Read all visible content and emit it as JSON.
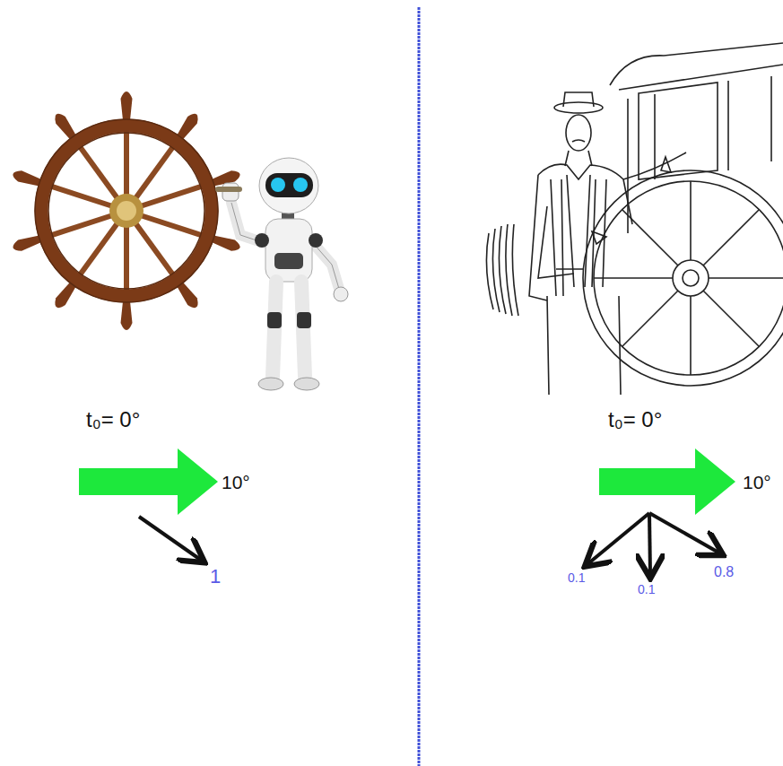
{
  "diagram": {
    "labels": [
      "t₀= 0°",
      "10°",
      "1",
      "t₀= 0°",
      "10°",
      "0.1",
      "0.1",
      "0.8"
    ]
  }
}
